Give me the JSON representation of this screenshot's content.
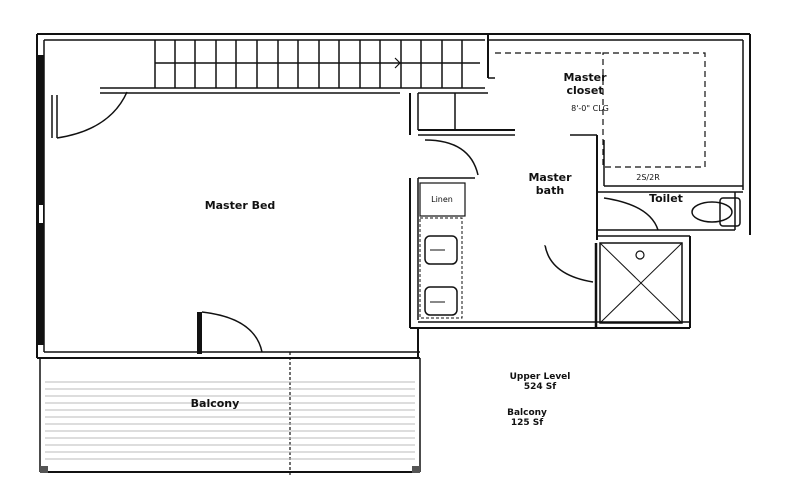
{
  "plan": {
    "rooms": {
      "master_bed": "Master Bed",
      "master_closet_line1": "Master",
      "master_closet_line2": "closet",
      "closet_ceiling": "8'-0\" CLG",
      "closet_shelf": "2S/2R",
      "master_bath_line1": "Master",
      "master_bath_line2": "bath",
      "toilet": "Toilet",
      "linen": "Linen",
      "balcony": "Balcony"
    },
    "areas": {
      "upper_label": "Upper Level",
      "upper_value": "524 Sf",
      "balcony_label": "Balcony",
      "balcony_value": "125 Sf"
    },
    "colors": {
      "line": "#111111",
      "background": "#ffffff",
      "deck": "#bbbbbb"
    }
  }
}
